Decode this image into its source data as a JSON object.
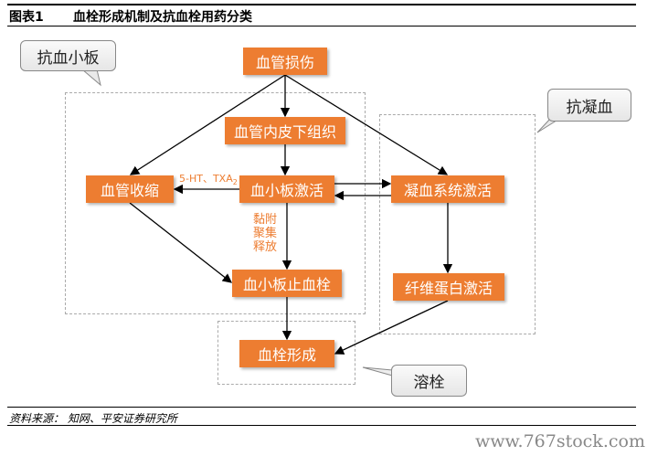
{
  "header": {
    "figure_label": "图表1",
    "title": "血栓形成机制及抗血栓用药分类"
  },
  "nodes": {
    "vascular_injury": "血管损伤",
    "subendothelium": "血管内皮下组织",
    "vasoconstriction": "血管收缩",
    "platelet_activation": "血小板激活",
    "coagulation_activation": "凝血系统激活",
    "platelet_plug": "血小板止血栓",
    "fibrin_activation": "纤维蛋白激活",
    "thrombosis": "血栓形成"
  },
  "labels": {
    "mediators": "5-HT、TXA",
    "mediators_sub": "2",
    "adhesion": "黏附",
    "aggregation": "聚集",
    "release": "释放"
  },
  "callouts": {
    "antiplatelet": "抗血小板",
    "anticoagulant": "抗凝血",
    "thrombolytic": "溶栓"
  },
  "footer": {
    "source": "资料来源：  知网、平安证券研究所",
    "watermark": "www.767stock.com"
  },
  "colors": {
    "node": "#ED7D31"
  }
}
